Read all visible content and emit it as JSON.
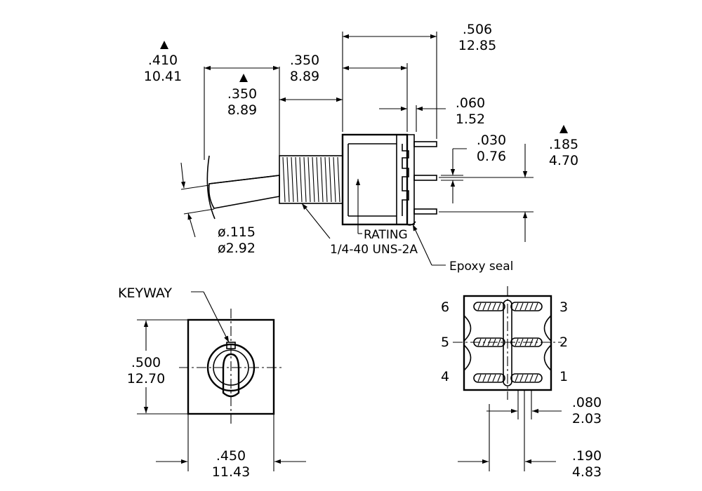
{
  "dims": {
    "d410": {
      "inch": ".410",
      "mm": "10.41"
    },
    "d350_bushing": {
      "inch": ".350",
      "mm": "8.89"
    },
    "d350_body": {
      "inch": ".350",
      "mm": "8.89"
    },
    "d506": {
      "inch": ".506",
      "mm": "12.85"
    },
    "d060": {
      "inch": ".060",
      "mm": "1.52"
    },
    "d030": {
      "inch": ".030",
      "mm": "0.76"
    },
    "d185": {
      "inch": ".185",
      "mm": "4.70"
    },
    "d115": {
      "inch": "ø.115",
      "mm": "ø2.92"
    },
    "d500": {
      "inch": ".500",
      "mm": "12.70"
    },
    "d450": {
      "inch": ".450",
      "mm": "11.43"
    },
    "d080": {
      "inch": ".080",
      "mm": "2.03"
    },
    "d190": {
      "inch": ".190",
      "mm": "4.83"
    }
  },
  "labels": {
    "rating": "RATING",
    "thread": "1/4-40 UNS-2A",
    "epoxy": "Epoxy seal",
    "keyway": "KEYWAY"
  },
  "pins": {
    "left": [
      "6",
      "5",
      "4"
    ],
    "right": [
      "3",
      "2",
      "1"
    ]
  }
}
